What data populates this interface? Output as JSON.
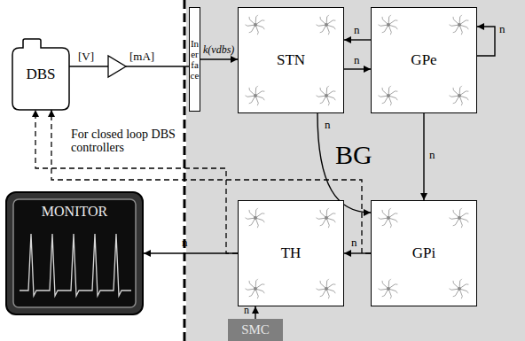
{
  "diagram": {
    "nodes": [
      {
        "text": [
          "DBS"
        ]
      },
      {
        "text": [
          "Inerface"
        ]
      },
      {
        "text": [
          "STN"
        ]
      },
      {
        "text": [
          "GPe"
        ]
      },
      {
        "text": [
          "GPi"
        ]
      },
      {
        "text": [
          "TH"
        ]
      },
      {
        "text": [
          "SMC"
        ]
      },
      {
        "text": [
          "MONITOR"
        ]
      }
    ],
    "edges": [
      {
        "from": 1,
        "to": 2,
        "arrow": "to",
        "label": "k(vdbs)"
      },
      {
        "from": 2,
        "to": 3,
        "arrow": "to",
        "label": "n"
      },
      {
        "from": 3,
        "to": 2,
        "arrow": "to",
        "label": "n"
      },
      {
        "from": 3,
        "to": 3,
        "arrow": "to",
        "label": "n"
      },
      {
        "from": 2,
        "to": 4,
        "arrow": "to",
        "label": "n"
      },
      {
        "from": 3,
        "to": 4,
        "arrow": "to",
        "label": "n"
      },
      {
        "from": 4,
        "to": 5,
        "arrow": "to",
        "label": "n"
      },
      {
        "from": 5,
        "to": 7,
        "arrow": "to",
        "label": "n"
      },
      {
        "from": 6,
        "to": 5,
        "arrow": "to",
        "label": "n"
      },
      {
        "from": 4,
        "to": 0,
        "arrow": "to"
      },
      {
        "from": 5,
        "to": 0,
        "arrow": "to"
      }
    ],
    "labels": [
      "[V]",
      "[mA]",
      "For closed loop DBS controllers",
      "BG"
    ]
  }
}
